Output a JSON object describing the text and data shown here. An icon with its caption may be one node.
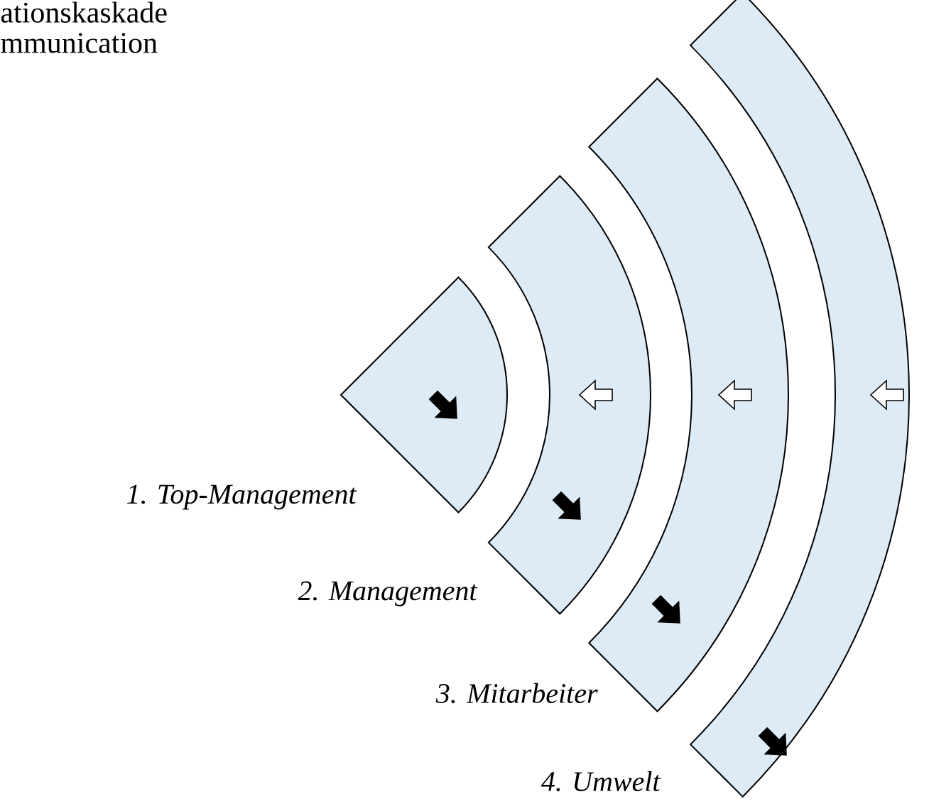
{
  "diagram": {
    "nodes": [
      {
        "text": [
          "1. Top-Management"
        ]
      },
      {
        "text": [
          "2. Management"
        ]
      },
      {
        "text": [
          "3. Mitarbeiter"
        ]
      },
      {
        "text": [
          "4. Umwelt"
        ]
      }
    ],
    "labels": [
      "ationskaskade",
      "mmunication"
    ]
  }
}
